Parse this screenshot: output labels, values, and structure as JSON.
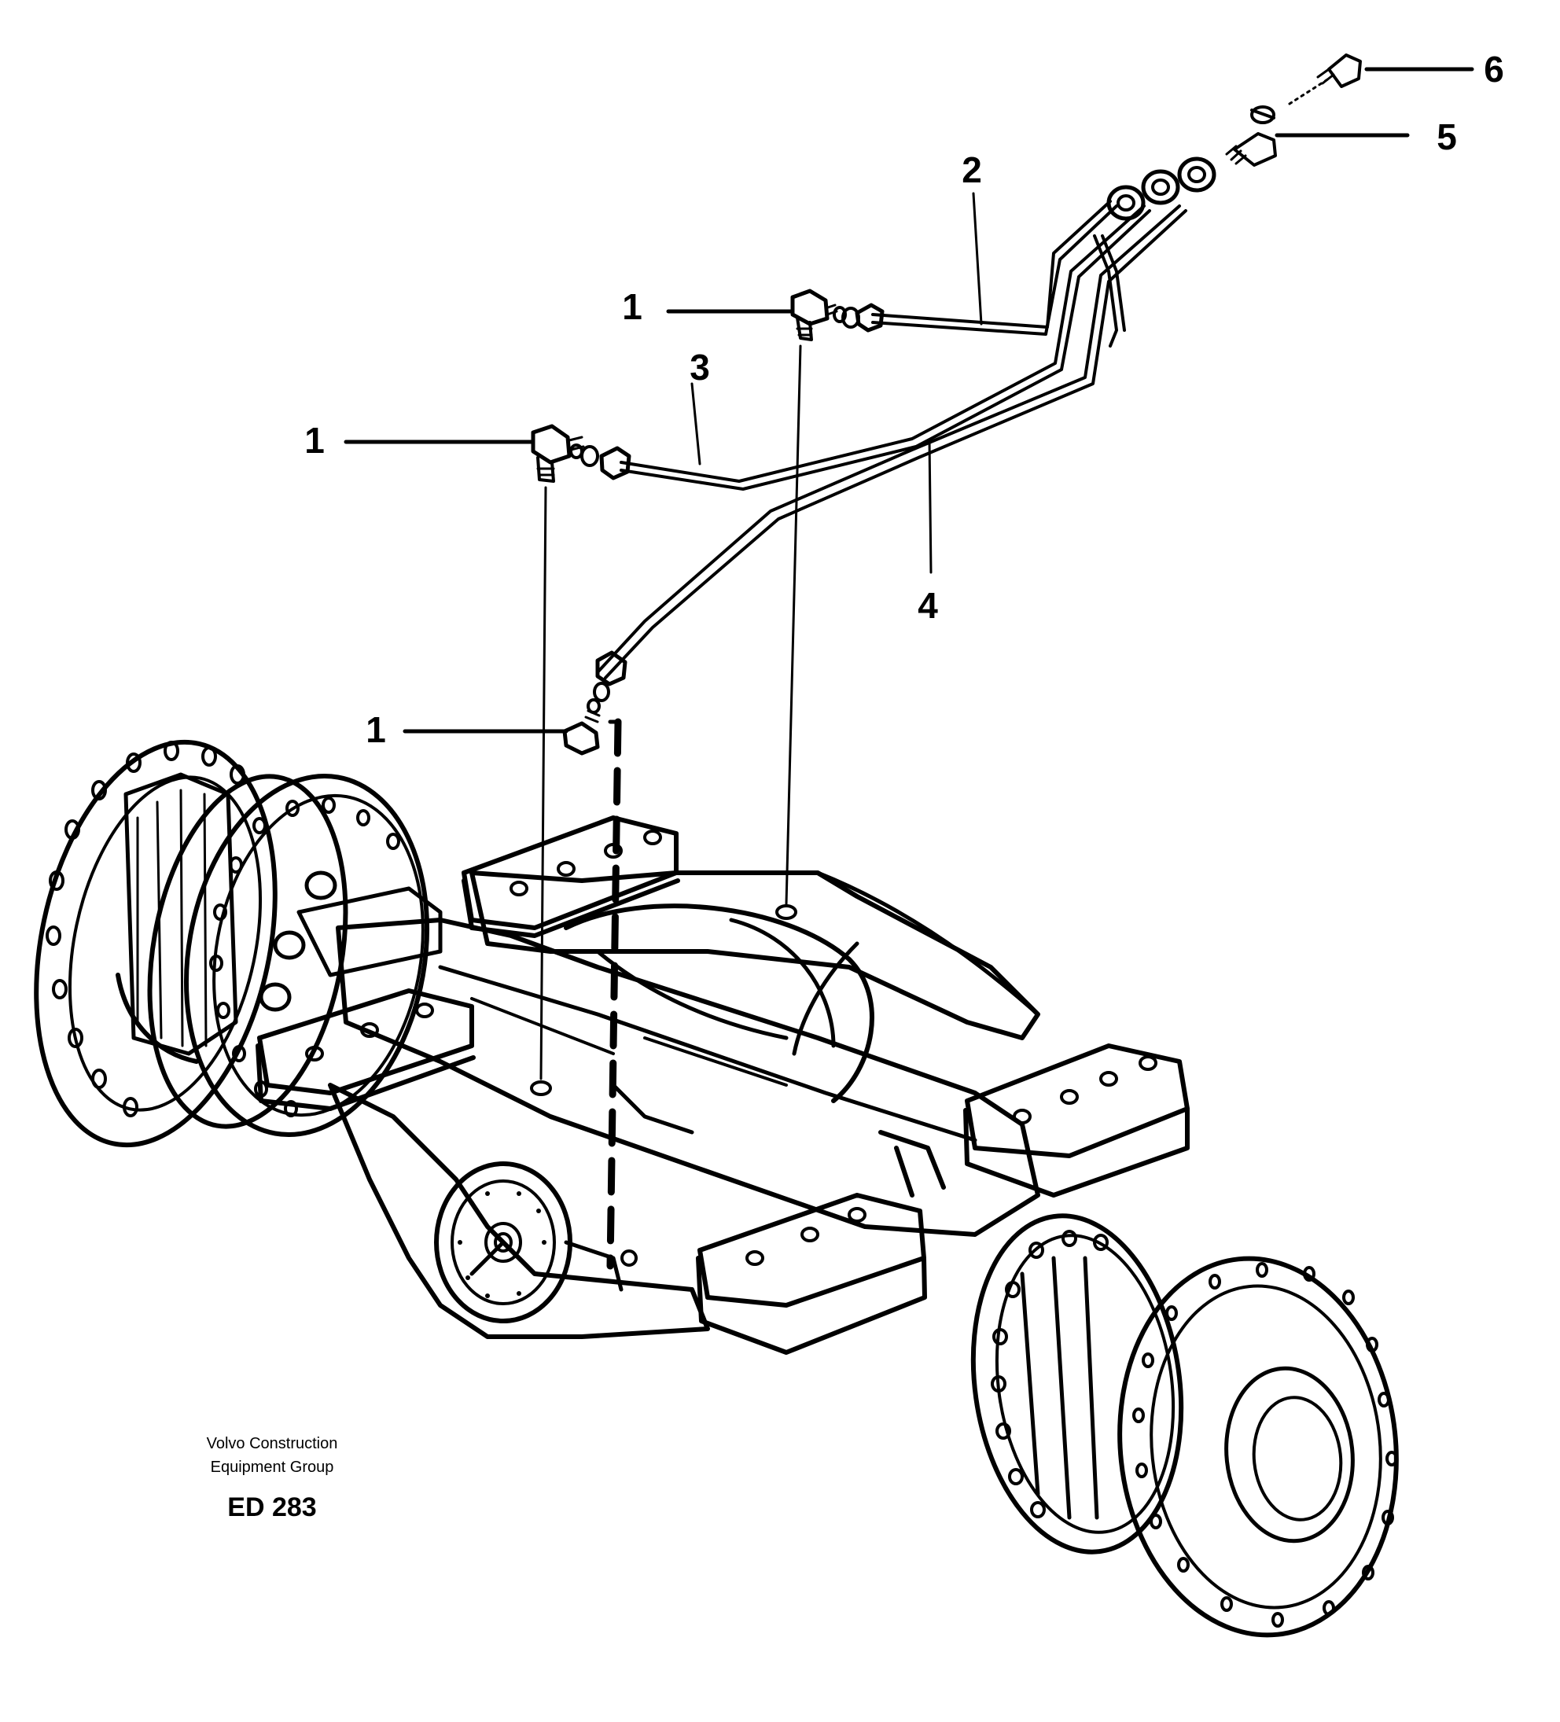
{
  "callouts": [
    {
      "id": "c6",
      "label": "6"
    },
    {
      "id": "c5",
      "label": "5"
    },
    {
      "id": "c2",
      "label": "2"
    },
    {
      "id": "c1a",
      "label": "1"
    },
    {
      "id": "c3",
      "label": "3"
    },
    {
      "id": "c1b",
      "label": "1"
    },
    {
      "id": "c4",
      "label": "4"
    },
    {
      "id": "c1c",
      "label": "1"
    }
  ],
  "credit": {
    "line1": "Volvo Construction",
    "line2": "Equipment Group",
    "code": "ED 283"
  }
}
